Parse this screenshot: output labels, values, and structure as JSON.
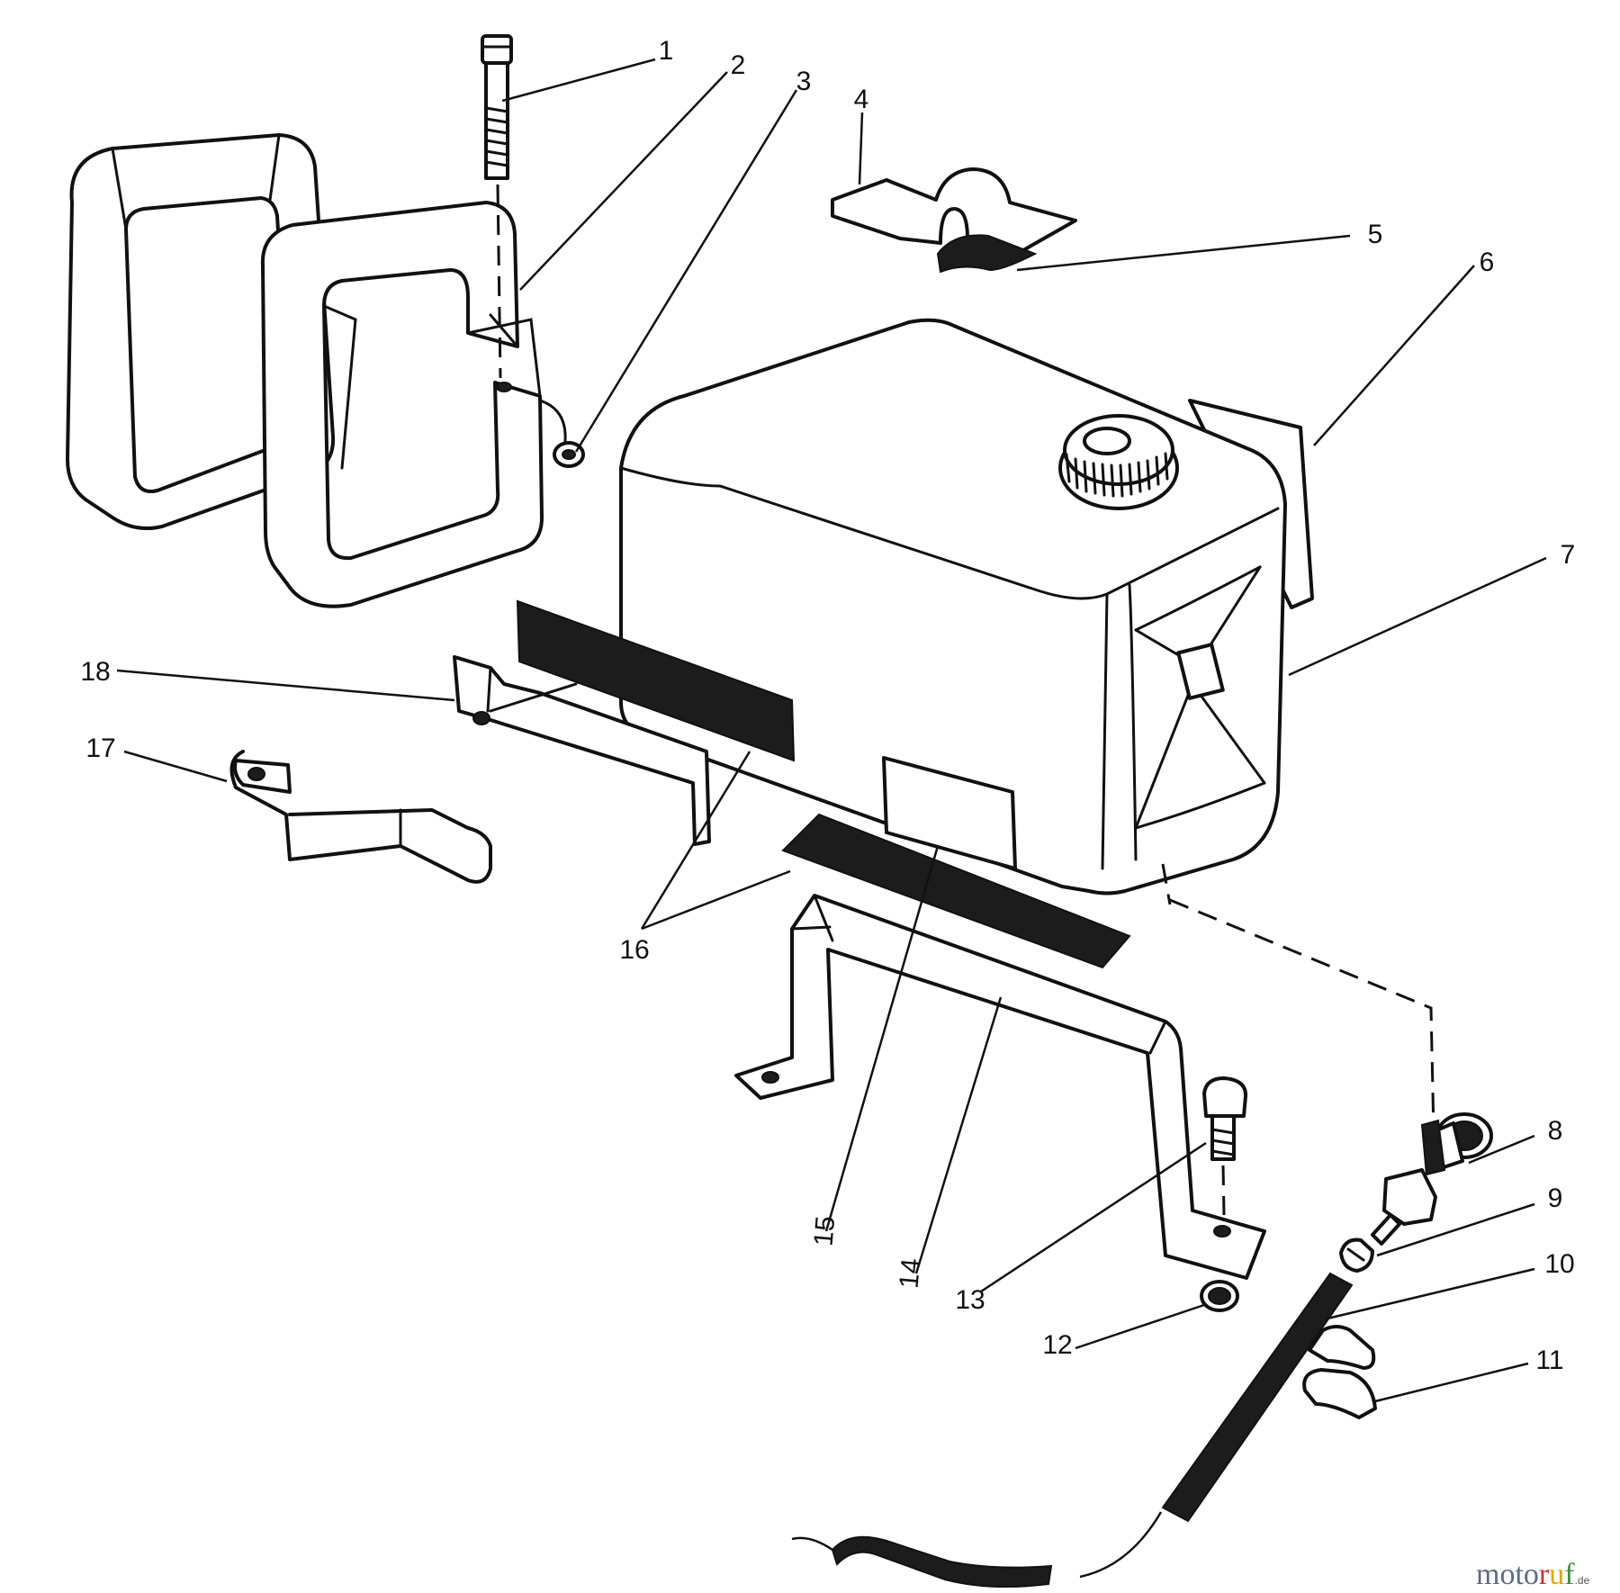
{
  "diagram": {
    "callouts": [
      "1",
      "2",
      "3",
      "4",
      "5",
      "6",
      "7",
      "8",
      "9",
      "10",
      "11",
      "12",
      "13",
      "14",
      "15",
      "16",
      "17",
      "18"
    ],
    "watermark": {
      "part1": "moto",
      "part2": "r",
      "part3": "u",
      "part4": "f",
      "suffix": ".de"
    }
  },
  "colors": {
    "line": "#111111",
    "background": "#ffffff",
    "watermark_blue": "#5a6b8c",
    "watermark_red": "#c9302c",
    "watermark_yellow": "#e0a800",
    "watermark_green": "#3f8f3f"
  }
}
